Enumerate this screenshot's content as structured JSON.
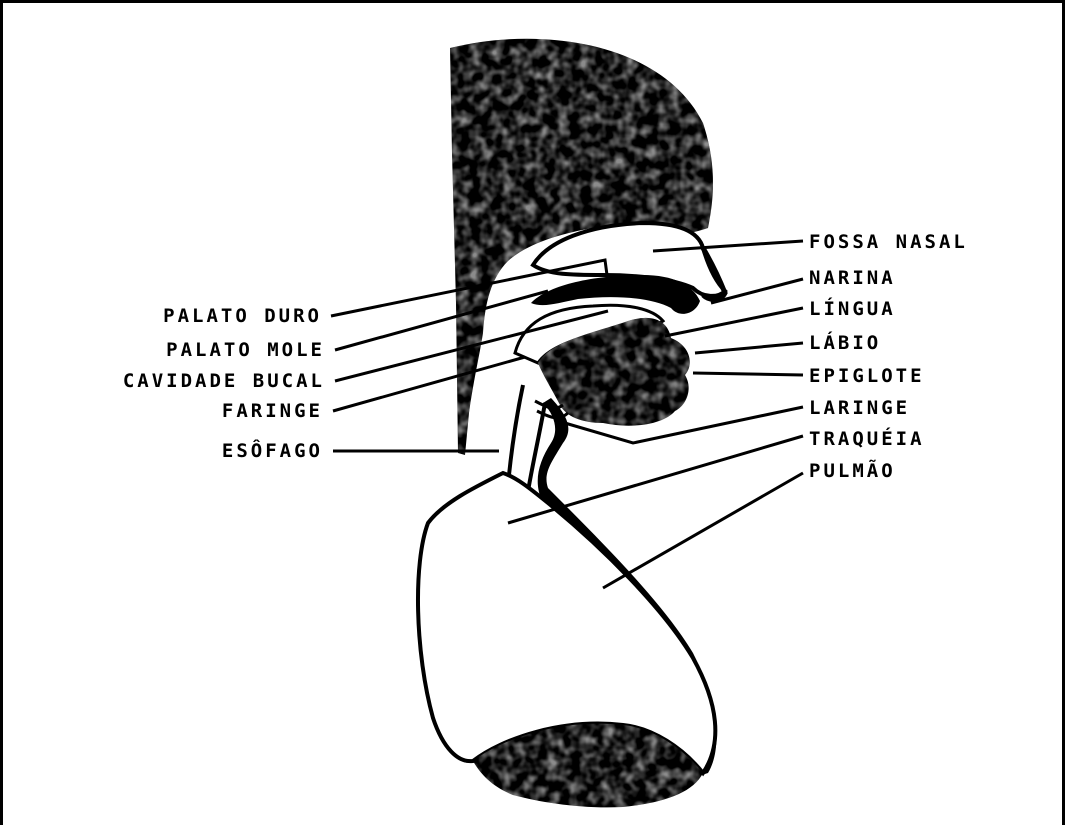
{
  "diagram": {
    "labels_left": [
      {
        "id": "palato-duro",
        "text": "PALATO DURO"
      },
      {
        "id": "palato-mole",
        "text": "PALATO MOLE"
      },
      {
        "id": "cavidade-bucal",
        "text": "CAVIDADE BUCAL"
      },
      {
        "id": "faringe",
        "text": "FARINGE"
      },
      {
        "id": "esofago",
        "text": "ESÔFAGO"
      }
    ],
    "labels_right": [
      {
        "id": "fossa-nasal",
        "text": "FOSSA NASAL"
      },
      {
        "id": "narina",
        "text": "NARINA"
      },
      {
        "id": "lingua",
        "text": "LÍNGUA"
      },
      {
        "id": "labio",
        "text": "LÁBIO"
      },
      {
        "id": "epiglote",
        "text": "EPIGLOTE"
      },
      {
        "id": "laringe",
        "text": "LARINGE"
      },
      {
        "id": "traqueia",
        "text": "TRAQUÉIA"
      },
      {
        "id": "pulmao",
        "text": "PULMÃO"
      }
    ],
    "colors": {
      "ink": "#000000",
      "paper": "#ffffff"
    }
  }
}
